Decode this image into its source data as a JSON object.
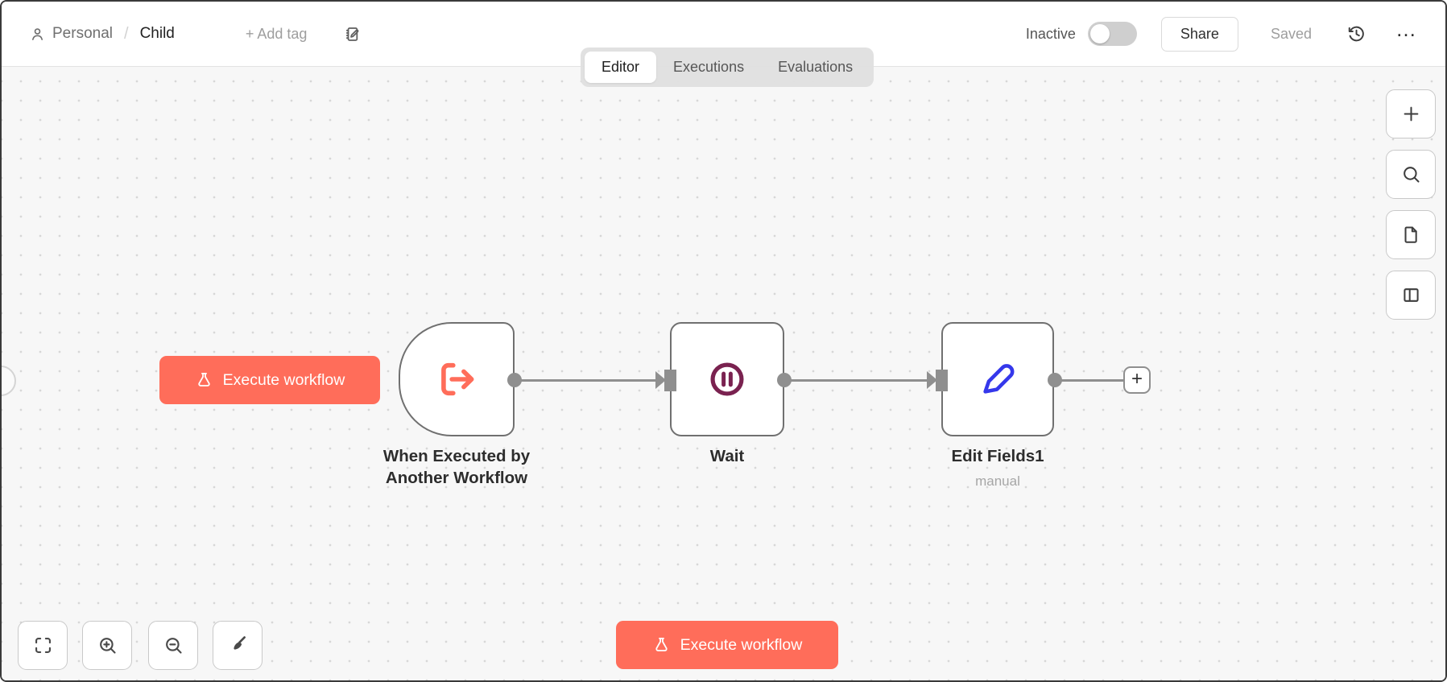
{
  "header": {
    "project_label": "Personal",
    "separator": "/",
    "workflow_name": "Child",
    "add_tag_label": "+ Add tag",
    "activation_label": "Inactive",
    "activation_enabled": false,
    "share_label": "Share",
    "save_status": "Saved",
    "more_label": "…"
  },
  "tabs": {
    "active": "Editor",
    "items": [
      {
        "label": "Editor"
      },
      {
        "label": "Executions"
      },
      {
        "label": "Evaluations"
      }
    ]
  },
  "canvas": {
    "execute_button": {
      "label": "Execute workflow",
      "icon": "flask-icon"
    },
    "bottom_execute_button": {
      "label": "Execute workflow",
      "icon": "flask-icon"
    },
    "nodes": [
      {
        "type": "execute-workflow-trigger",
        "title_line1": "When Executed by",
        "title_line2": "Another Workflow",
        "icon": "workflow-input-arrow-icon"
      },
      {
        "type": "wait",
        "title": "Wait",
        "icon": "pause-circle-icon"
      },
      {
        "type": "set",
        "title": "Edit Fields1",
        "subtitle": "manual",
        "icon": "pen-icon"
      }
    ],
    "add_node_label": "+",
    "zoom_controls": [
      "fit-view-icon",
      "zoom-in-icon",
      "zoom-out-icon",
      "tidy-up-icon"
    ],
    "side_toolbar": [
      "add-node-icon",
      "search-icon",
      "sticky-note-icon",
      "panel-toggle-icon"
    ]
  },
  "colors": {
    "accent": "#ff6d5a",
    "wait-node": "#7a2250",
    "set-node": "#3538eb",
    "connector": "#8f8f8f",
    "node-border": "#707070"
  }
}
